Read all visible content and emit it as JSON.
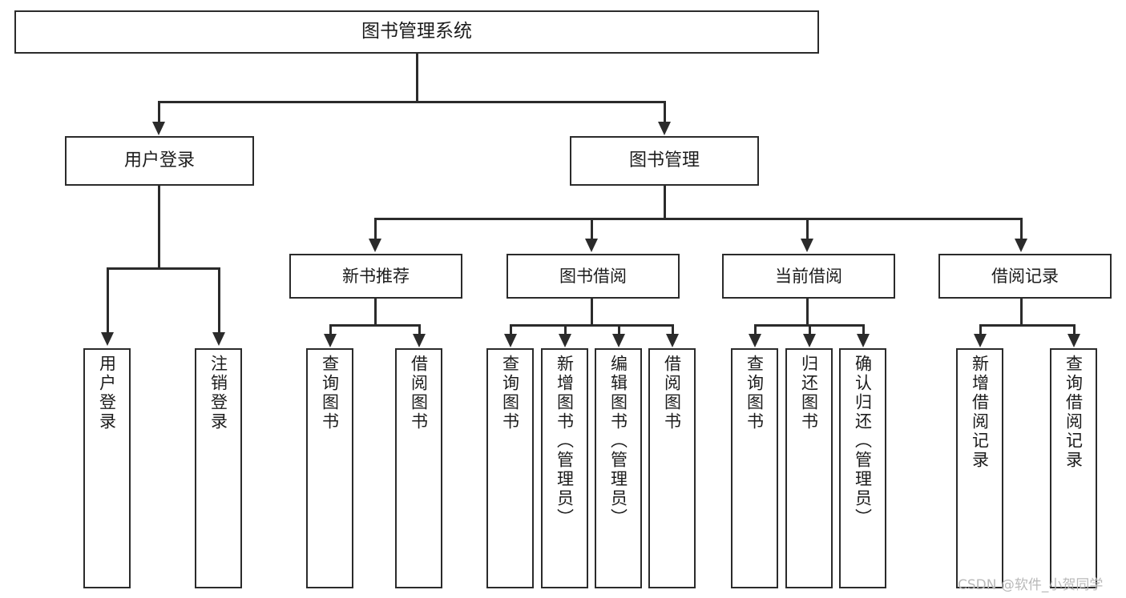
{
  "diagram": {
    "title": "图书管理系统",
    "type": "tree-hierarchy",
    "watermark": "CSDN @软件_小贺同学",
    "colors": {
      "stroke": "#2b2b2b",
      "fill": "#ffffff",
      "text": "#1c1c1c",
      "watermark": "#b9b9b9"
    },
    "root": {
      "label": "图书管理系统"
    },
    "level2": [
      {
        "label": "用户登录"
      },
      {
        "label": "图书管理"
      }
    ],
    "level3": [
      {
        "label": "新书推荐"
      },
      {
        "label": "图书借阅"
      },
      {
        "label": "当前借阅"
      },
      {
        "label": "借阅记录"
      }
    ],
    "leaves": {
      "user_login": [
        {
          "label": "用户登录"
        },
        {
          "label": "注销登录"
        }
      ],
      "new_book_recommend": [
        {
          "label": "查询图书"
        },
        {
          "label": "借阅图书"
        }
      ],
      "book_borrow": [
        {
          "label": "查询图书"
        },
        {
          "label": "新增图书（管理员）"
        },
        {
          "label": "编辑图书（管理员）"
        },
        {
          "label": "借阅图书"
        }
      ],
      "current_borrow": [
        {
          "label": "查询图书"
        },
        {
          "label": "归还图书"
        },
        {
          "label": "确认归还（管理员）"
        }
      ],
      "borrow_record": [
        {
          "label": "新增借阅记录"
        },
        {
          "label": "查询借阅记录"
        }
      ]
    }
  }
}
